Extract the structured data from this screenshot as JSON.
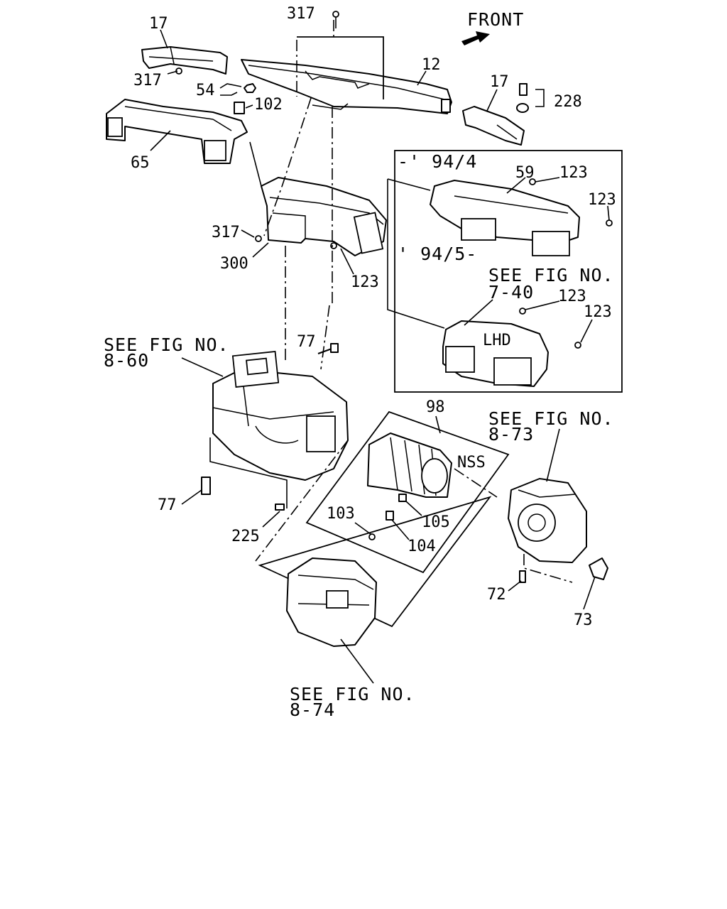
{
  "front_label": "FRONT",
  "callouts": {
    "c317_top": "317",
    "c17_left": "17",
    "c317_left": "317",
    "c54": "54",
    "c102": "102",
    "c12": "12",
    "c17_right": "17",
    "c228": "228",
    "c65": "65",
    "c317_mid": "317",
    "c300": "300",
    "c123_mid": "123",
    "c59": "59",
    "c123_a": "123",
    "c123_b": "123",
    "c123_c": "123",
    "c123_d": "123",
    "c77_top": "77",
    "c77_bottom": "77",
    "c225": "225",
    "c98": "98",
    "c103": "103",
    "c105": "105",
    "c104": "104",
    "c72": "72",
    "c73": "73"
  },
  "inset": {
    "range_early": "-' 94/4",
    "range_late": "' 94/5-",
    "lhd_text": "LHD"
  },
  "nss_label": "NSS",
  "references": {
    "ref_7_40": {
      "line1": "SEE FIG NO.",
      "line2": "7-40"
    },
    "ref_8_60": {
      "line1": "SEE FIG NO.",
      "line2": "8-60"
    },
    "ref_8_73": {
      "line1": "SEE FIG NO.",
      "line2": "8-73"
    },
    "ref_8_74": {
      "line1": "SEE FIG NO.",
      "line2": "8-74"
    }
  }
}
